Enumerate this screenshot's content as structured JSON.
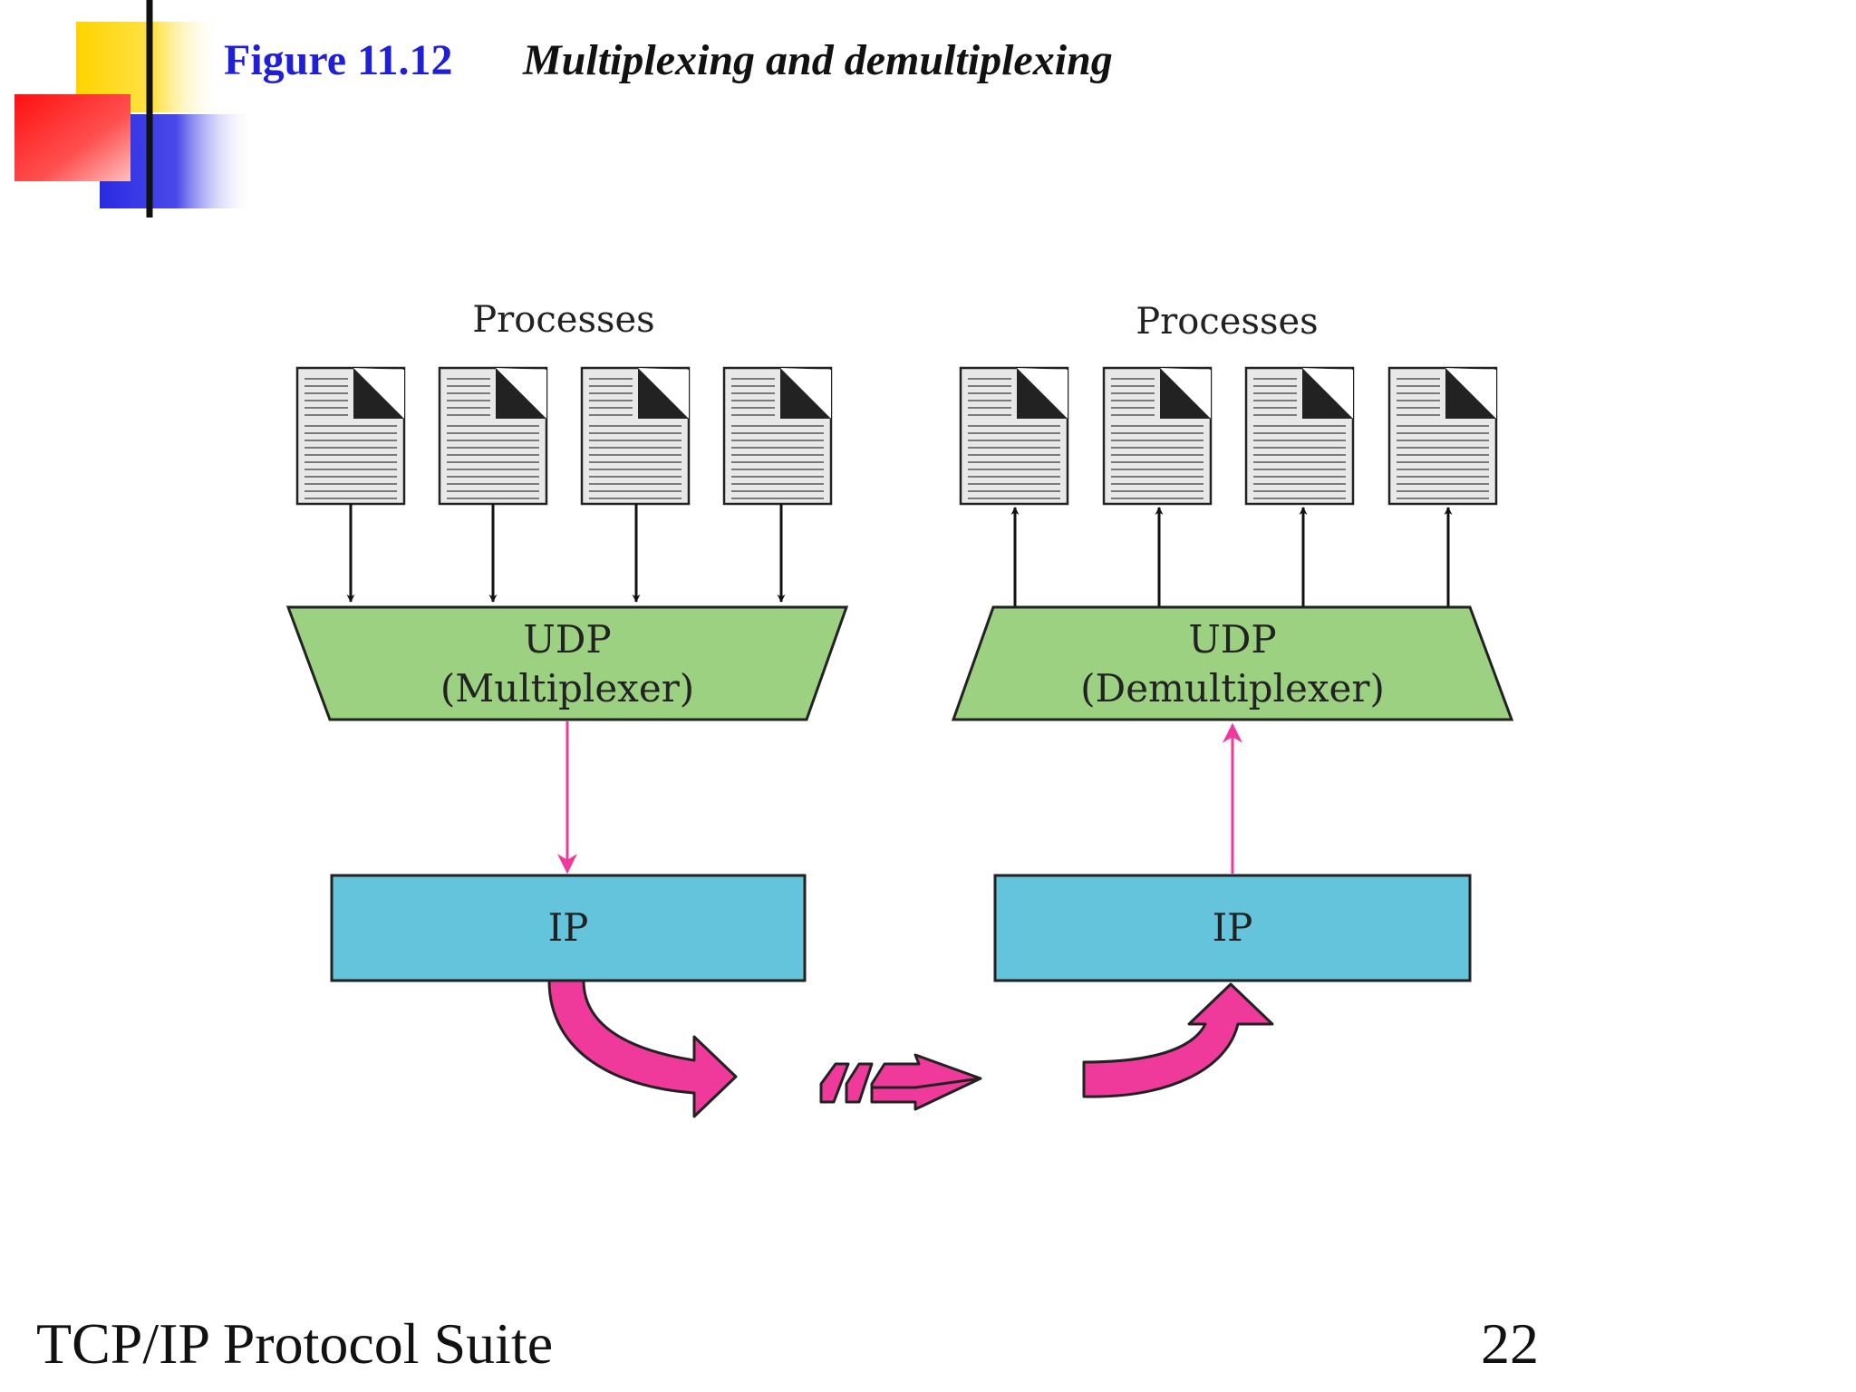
{
  "header": {
    "figure_number": "Figure 11.12",
    "figure_title": "Multiplexing and demultiplexing"
  },
  "sender": {
    "processes_label": "Processes",
    "udp_name": "UDP",
    "udp_role": "(Multiplexer)",
    "ip_label": "IP"
  },
  "receiver": {
    "processes_label": "Processes",
    "udp_name": "UDP",
    "udp_role": "(Demultiplexer)",
    "ip_label": "IP"
  },
  "footer": {
    "suite": "TCP/IP Protocol Suite",
    "page_number": "22"
  },
  "colors": {
    "title_blue": "#1f1fd6",
    "udp_green": "#9dd182",
    "ip_blue": "#64c4dc",
    "pink": "#ef3a9b",
    "doc_gray": "#e8e8e8"
  }
}
